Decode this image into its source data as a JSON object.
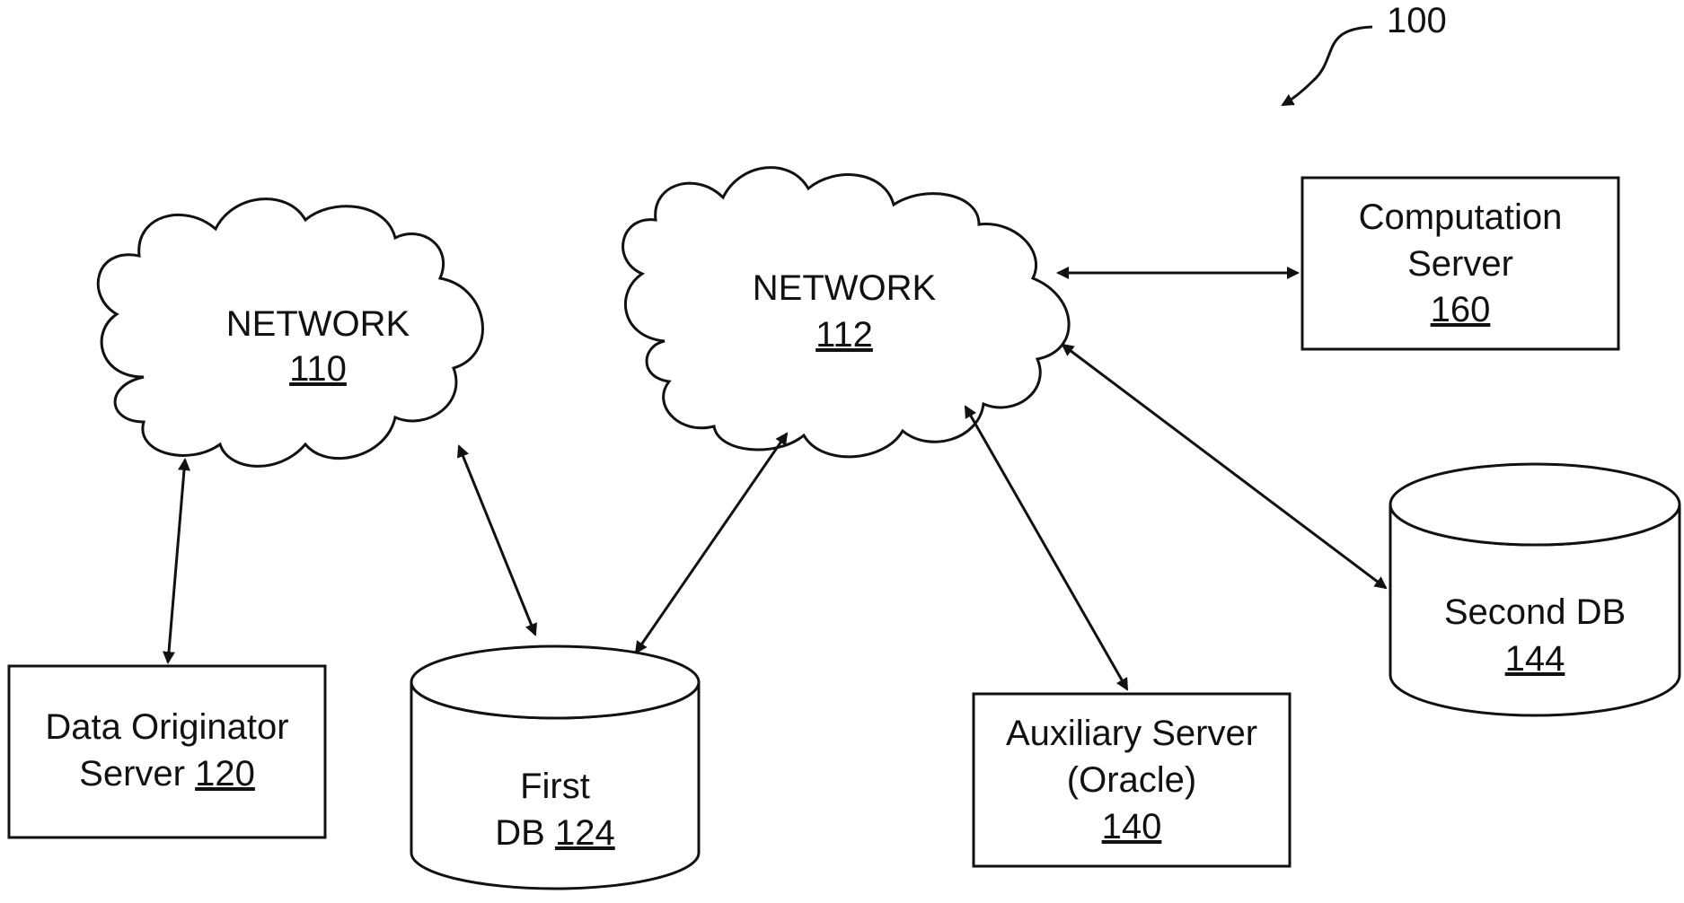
{
  "figure_ref": "100",
  "nodes": {
    "network_110": {
      "label": "NETWORK",
      "ref": "110"
    },
    "network_112": {
      "label": "NETWORK",
      "ref": "112"
    },
    "computation_server": {
      "line1": "Computation",
      "line2": "Server",
      "ref": "160"
    },
    "data_originator": {
      "line1": "Data Originator",
      "line2": "Server ",
      "ref": "120"
    },
    "first_db": {
      "line1": "First",
      "line2": "DB ",
      "ref": "124"
    },
    "auxiliary_server": {
      "line1": "Auxiliary Server",
      "line2": "(Oracle)",
      "ref": "140"
    },
    "second_db": {
      "line1": "Second DB",
      "ref": "144"
    }
  },
  "edges": [
    {
      "from": "data_originator",
      "to": "network_110",
      "direction": "bidirectional"
    },
    {
      "from": "network_110",
      "to": "first_db",
      "direction": "bidirectional"
    },
    {
      "from": "first_db",
      "to": "network_112",
      "direction": "bidirectional"
    },
    {
      "from": "network_112",
      "to": "computation_server",
      "direction": "bidirectional"
    },
    {
      "from": "network_112",
      "to": "auxiliary_server",
      "direction": "bidirectional"
    },
    {
      "from": "network_112",
      "to": "second_db",
      "direction": "bidirectional"
    }
  ]
}
